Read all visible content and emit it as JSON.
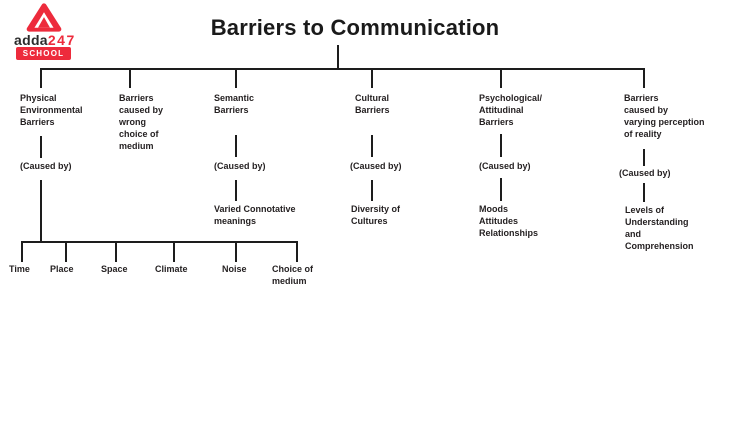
{
  "logo": {
    "brand": "adda",
    "brand_number": "247",
    "badge": "SCHOOL"
  },
  "colors": {
    "brand_red": "#ed2b3c",
    "line_black": "#1d1d1d",
    "text_dark": "#231f20"
  },
  "title": "Barriers to Communication",
  "branches": [
    {
      "label": "Physical\nEnvironmental\nBarriers",
      "caused_by": "(Caused by)"
    },
    {
      "label": "Barriers\ncaused by\nwrong\nchoice of\nmedium"
    },
    {
      "label": "Semantic\nBarriers",
      "caused_by": "(Caused by)",
      "result": "Varied Connotative\nmeanings"
    },
    {
      "label": "Cultural\nBarriers",
      "caused_by": "(Caused by)",
      "result": "Diversity of\nCultures"
    },
    {
      "label": "Psychological/\nAttitudinal\nBarriers",
      "caused_by": "(Caused by)",
      "result": "Moods\nAttitudes\nRelationships"
    },
    {
      "label": "Barriers\ncaused by\nvarying perception\nof reality",
      "caused_by": "(Caused by)",
      "result": "Levels of\nUnderstanding\nand\nComprehension"
    }
  ],
  "physical_causes": [
    "Time",
    "Place",
    "Space",
    "Climate",
    "Noise",
    "Choice of\nmedium"
  ]
}
